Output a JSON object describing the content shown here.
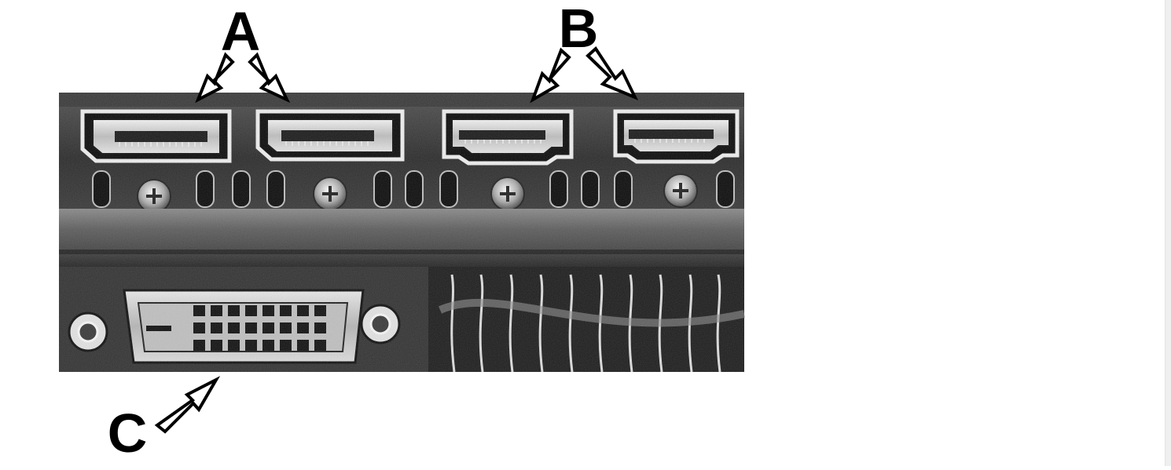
{
  "labels": {
    "a": "A",
    "b": "B",
    "c": "C"
  },
  "colors": {
    "background": "#ffffff",
    "ink": "#000000",
    "metal_dark": "#1a1a1a",
    "metal_mid": "#5a5a5a",
    "metal_light": "#d8d8d8"
  }
}
